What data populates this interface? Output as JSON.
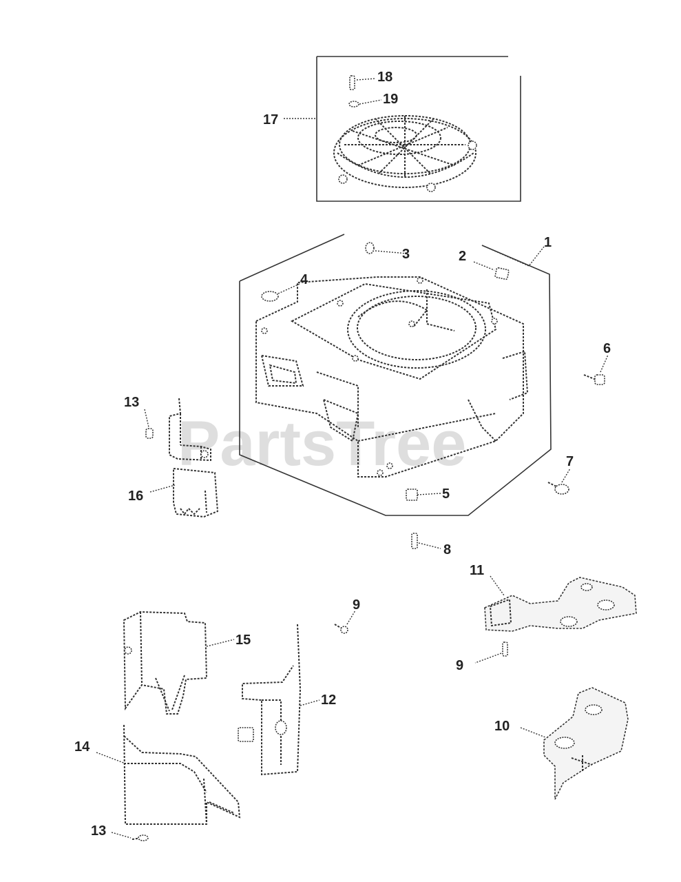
{
  "watermark": "PartsTree",
  "callouts": [
    "1",
    "2",
    "3",
    "4",
    "5",
    "6",
    "7",
    "8",
    "9",
    "9",
    "10",
    "11",
    "12",
    "13",
    "13",
    "14",
    "15",
    "16",
    "17",
    "18",
    "19"
  ],
  "parts": [
    "blower-housing",
    "fan-screen-assembly",
    "bracket-10",
    "bracket-11",
    "baffle-12",
    "baffle-14",
    "baffle-15",
    "baffle-16"
  ]
}
